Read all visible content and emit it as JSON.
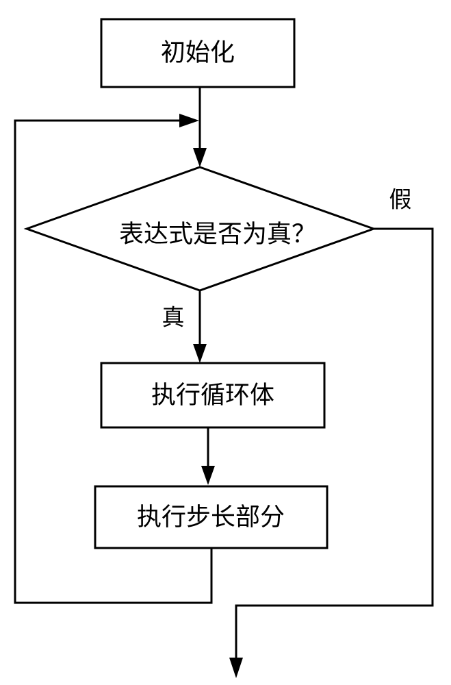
{
  "nodes": {
    "init": "初始化",
    "condition": "表达式是否为真？",
    "body": "执行循环体",
    "step": "执行步长部分"
  },
  "labels": {
    "true_branch": "真",
    "false_branch": "假"
  },
  "colors": {
    "line": "#000000",
    "background": "#ffffff"
  }
}
